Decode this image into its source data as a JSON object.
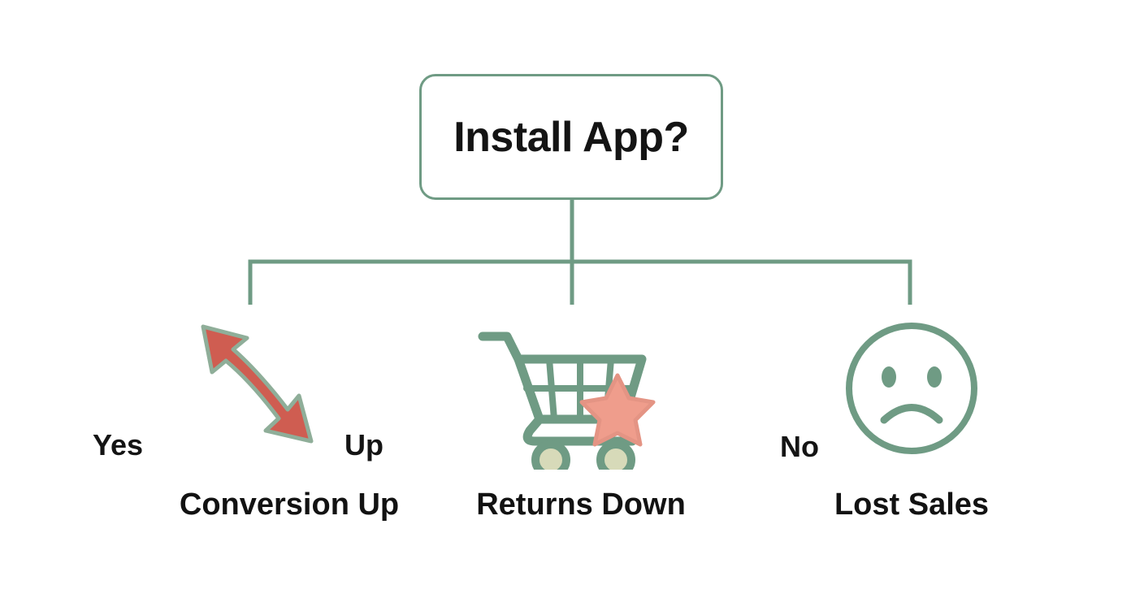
{
  "diagram": {
    "type": "decision-tree",
    "title": "Install App?",
    "root": {
      "label": "Install App?",
      "shape": "rounded-rectangle",
      "border_color": "#6f9b84",
      "text_color": "#141414"
    },
    "branches": [
      {
        "edge_label": "Yes",
        "outcome_label": "Conversion Up",
        "secondary_label": "Up",
        "icon": "double-arrow-diagonal-icon",
        "icon_colors": {
          "fill": "#cf5d51",
          "stroke": "#8fae99"
        }
      },
      {
        "edge_label": "",
        "outcome_label": "Returns Down",
        "secondary_label": "",
        "icon": "shopping-cart-star-icon",
        "icon_colors": {
          "stroke": "#6f9b84",
          "wheel_fill": "#d7dab9",
          "star_fill": "#ef9d8c",
          "star_stroke": "#e08a78"
        }
      },
      {
        "edge_label": "No",
        "outcome_label": "Lost Sales",
        "secondary_label": "",
        "icon": "sad-face-icon",
        "icon_colors": {
          "stroke": "#6f9b84"
        }
      }
    ],
    "connector_color": "#6f9b84",
    "background_color": "#ffffff"
  }
}
